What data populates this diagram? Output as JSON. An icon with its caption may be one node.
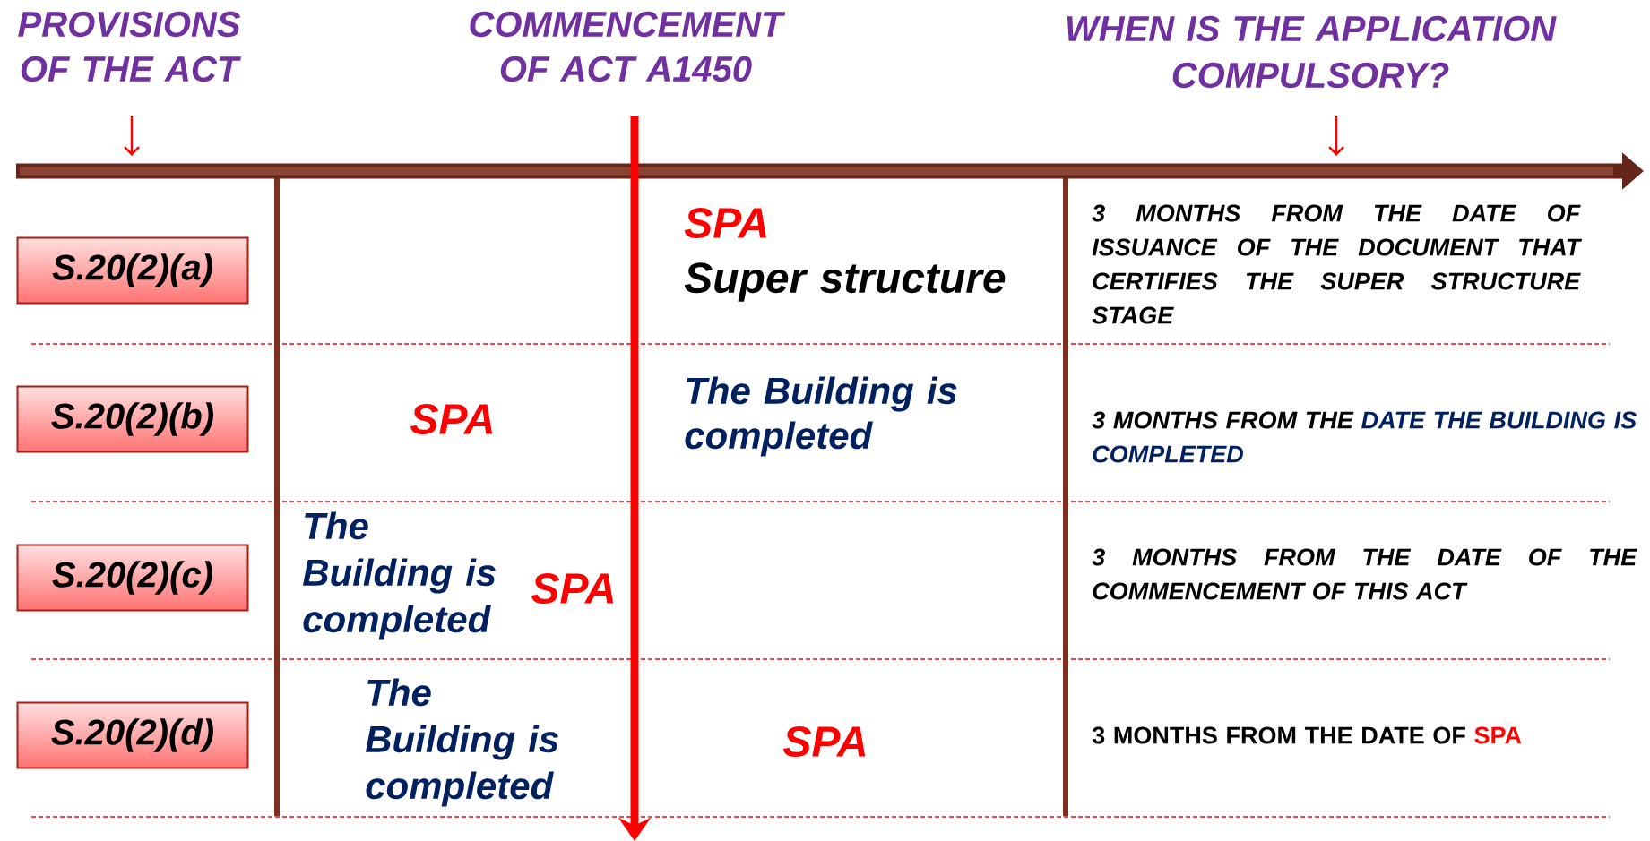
{
  "diagram": {
    "nodes": [
      {
        "text": [
          "S.20(2)(a)"
        ]
      },
      {
        "text": [
          "S.20(2)(b)"
        ]
      },
      {
        "text": [
          "S.20(2)(c)"
        ]
      },
      {
        "text": [
          "S.20(2)(d)"
        ]
      }
    ],
    "labels": [
      "PROVISIONS OF THE ACT",
      "COMMENCEMENT OF ACT A1450",
      "WHEN IS THE APPLICATION COMPULSORY?",
      "SPA",
      "Super structure",
      "3 MONTHS FROM THE DATE OF ISSUANCE OF THE DOCUMENT THAT CERTIFIES THE SUPER STRUCTURE STAGE",
      "SPA",
      "The Building is completed",
      "3 MONTHS FROM THE",
      "DATE THE BUILDING IS COMPLETED",
      "The Building is completed",
      "SPA",
      "3 MONTHS FROM THE DATE OF THE COMMENCEMENT OF THIS ACT",
      "The Building is completed",
      "SPA",
      "3 MONTHS FROM THE DATE OF",
      "SPA"
    ]
  }
}
